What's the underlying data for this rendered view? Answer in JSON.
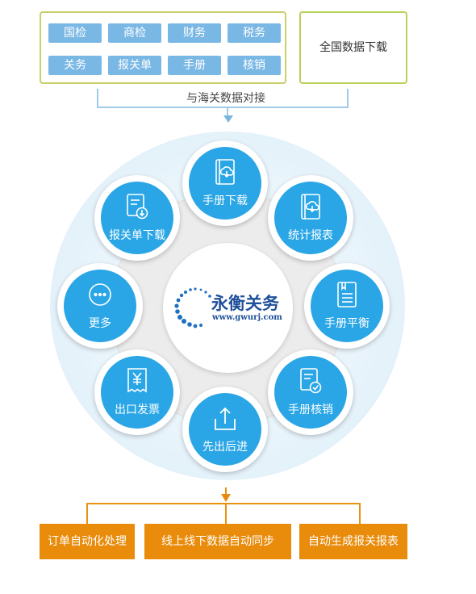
{
  "top": {
    "tags": [
      "国检",
      "商检",
      "财务",
      "税务",
      "关务",
      "报关单",
      "手册",
      "核销"
    ],
    "download": "全国数据下载",
    "connector_label": "与海关数据对接"
  },
  "brand": {
    "name": "永衡关务",
    "url": "www.gwurj.com"
  },
  "nodes": [
    {
      "label": "手册下载",
      "icon": "cloud-book-icon"
    },
    {
      "label": "统计报表",
      "icon": "cloud-book-icon"
    },
    {
      "label": "手册平衡",
      "icon": "document-list-icon"
    },
    {
      "label": "手册核销",
      "icon": "document-check-icon"
    },
    {
      "label": "先出后进",
      "icon": "upload-tray-icon"
    },
    {
      "label": "出口发票",
      "icon": "yen-receipt-icon"
    },
    {
      "label": "更多",
      "icon": "more-dots-icon"
    },
    {
      "label": "报关单下载",
      "icon": "document-download-icon"
    }
  ],
  "outputs": [
    "订单自动化处理",
    "线上线下数据自动同步",
    "自动生成报关报表"
  ],
  "colors": {
    "node": "#2aa6e6",
    "tag": "#79b7e5",
    "output": "#e98b0b",
    "brand": "#1f4f9a"
  }
}
